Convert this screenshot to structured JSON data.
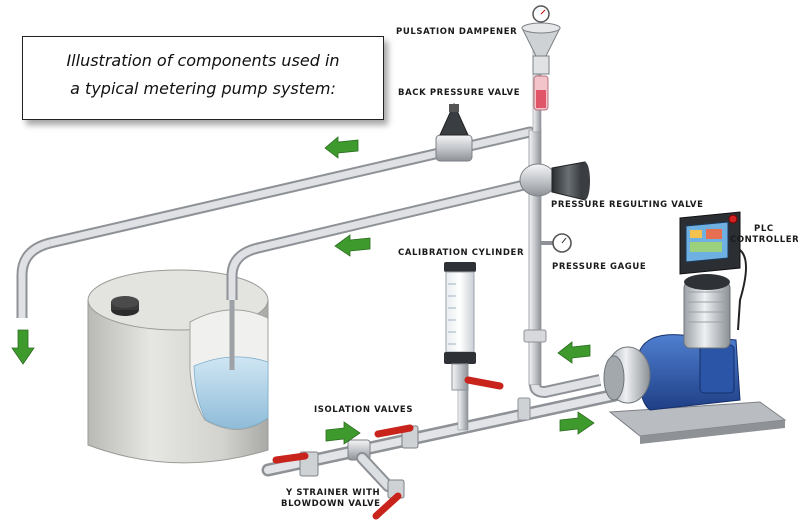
{
  "caption": {
    "line1": "Illustration of components used in",
    "line2": "a typical metering pump system:"
  },
  "labels": {
    "pulsation_dampener": "PULSATION DAMPENER",
    "back_pressure_valve": "BACK PRESSURE VALVE",
    "pressure_regulating_valve": "PRESSURE REGULTING VALVE",
    "plc_controller_line1": "PLC",
    "plc_controller_line2": "CONTROLLER",
    "calibration_cylinder": "CALIBRATION CYLINDER",
    "pressure_gauge": "PRESSURE GAGUE",
    "isolation_valves": "ISOLATION VALVES",
    "y_strainer_line1": "Y STRAINER WITH",
    "y_strainer_line2": "BLOWDOWN VALVE"
  },
  "colors": {
    "flow_arrow": "#3f9a2e",
    "valve_handle": "#c8241c",
    "pump_body": "#2d57a8",
    "pipe": "#c9ccd0",
    "tank": "#d8d8d4",
    "liquid": "#a9cfe6"
  },
  "icons": [
    "flow-arrow-icon",
    "pressure-gauge-icon",
    "valve-handle-icon"
  ]
}
